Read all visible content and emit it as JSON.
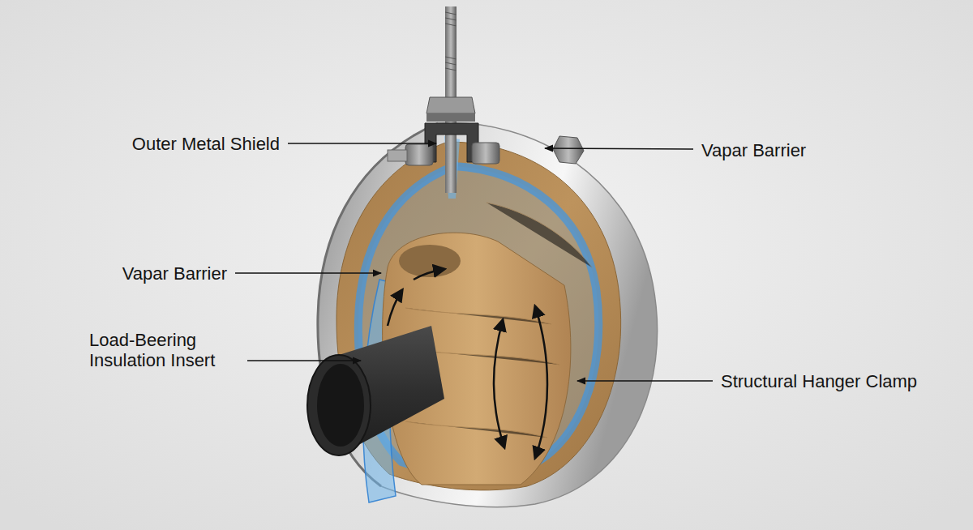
{
  "diagram": {
    "labels": [
      "Outer Metal Shield",
      "Vapar Barrier",
      "Vapar Barrier",
      "Load-Beering Insulation Insert",
      "Structural Hanger Clamp"
    ]
  }
}
